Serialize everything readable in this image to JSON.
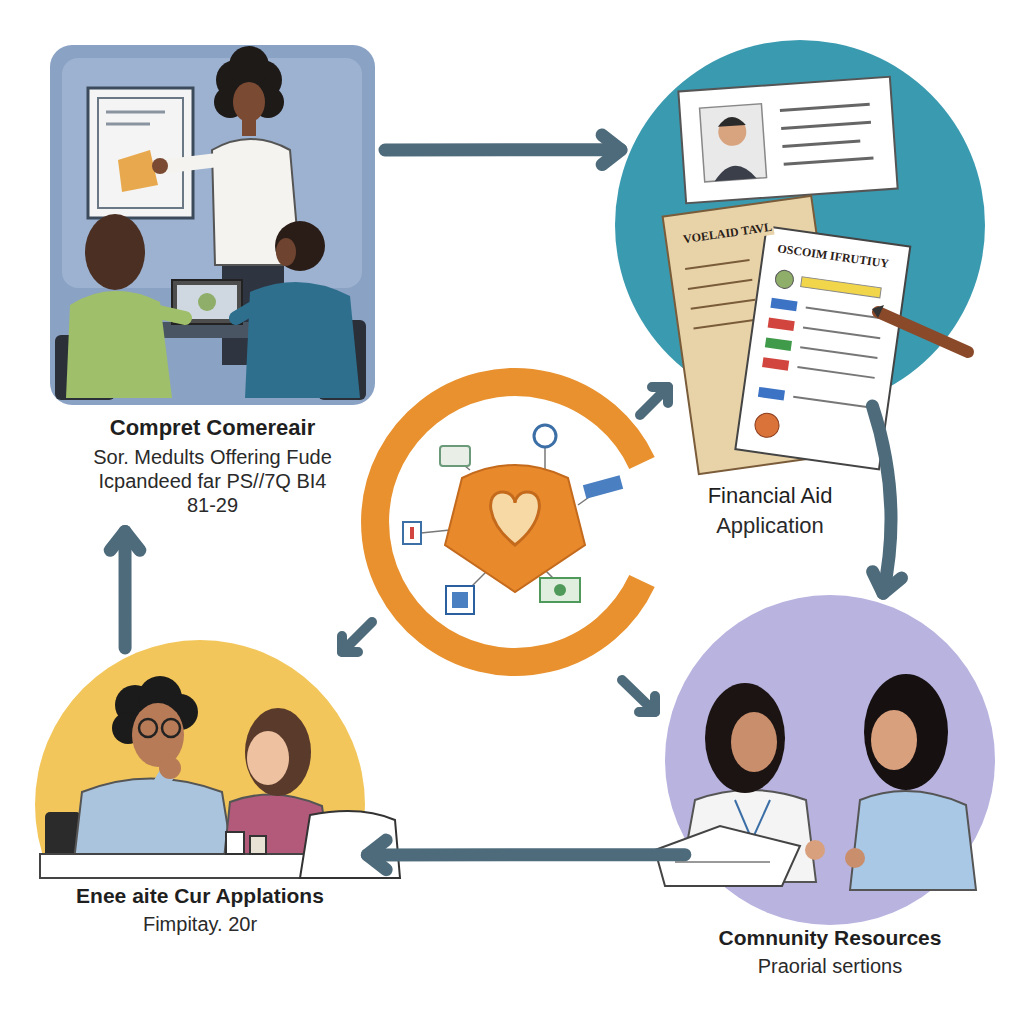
{
  "diagram": {
    "nodes": [
      {
        "text": [
          "Compret Comereair",
          "Sor. Medults Offering Fude Icpandeed far PS//7Q BI4 81-29"
        ]
      },
      {
        "text": [
          "Financial Aid",
          "Application"
        ]
      },
      {
        "text": [
          "Enee aite Cur Applations",
          "Fimpitay. 20r"
        ]
      },
      {
        "text": [
          "Comnunity Resources",
          "Praorial sertions"
        ]
      }
    ],
    "edges": [
      {
        "from": 0,
        "to": 1,
        "arrow": "to"
      },
      {
        "from": 1,
        "to": 3,
        "arrow": "to"
      },
      {
        "from": 3,
        "to": 2,
        "arrow": "to"
      },
      {
        "from": 2,
        "to": 0,
        "arrow": "to"
      }
    ],
    "labels": [
      "VOELAID TAVL",
      "OSCOIM IFRUTIUY"
    ]
  }
}
